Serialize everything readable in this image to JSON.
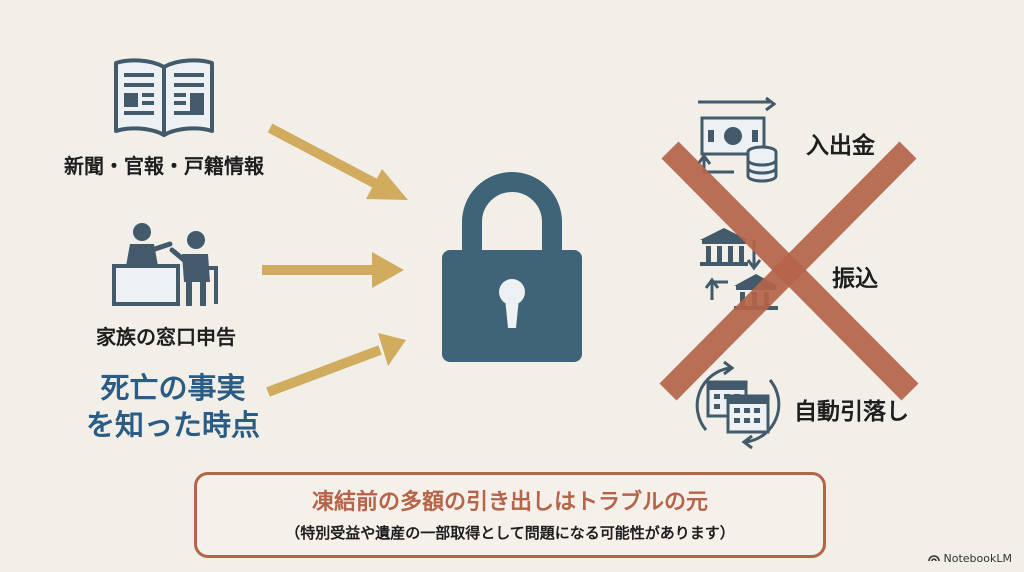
{
  "sources": [
    {
      "label": "新聞・官報・戸籍情報",
      "icon": "newspaper-icon"
    },
    {
      "label": "家族の窓口申告",
      "icon": "bank-counter-icon"
    }
  ],
  "death_fact": {
    "line1": "死亡の事実",
    "line2": "を知った時点"
  },
  "lock": {
    "icon": "padlock-icon"
  },
  "transactions": [
    {
      "label": "入出金",
      "icon": "deposit-withdrawal-icon"
    },
    {
      "label": "振込",
      "icon": "bank-transfer-icon"
    },
    {
      "label": "自動引落し",
      "icon": "auto-debit-calendar-icon"
    }
  ],
  "warning": {
    "title": "凍結前の多額の引き出しはトラブルの元",
    "subtitle": "（特別受益や遺産の一部取得として問題になる可能性があります）"
  },
  "brand": {
    "name": "NotebookLM"
  },
  "colors": {
    "background": "#f2efe9",
    "arrow": "#d1ac5e",
    "lock": "#3f6478",
    "cross": "#b5644a",
    "death_text": "#2b5c86",
    "icon": "#425a6a"
  }
}
